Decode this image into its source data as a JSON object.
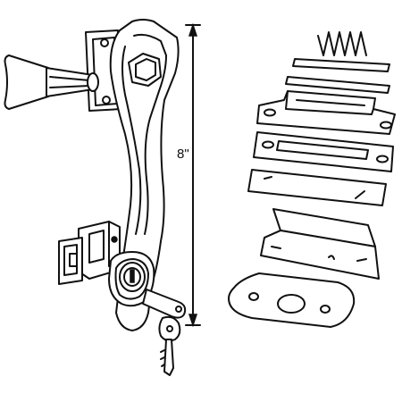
{
  "dimension": {
    "height_label": "8\""
  },
  "colors": {
    "ink": "#111111",
    "paper": "#ffffff"
  },
  "parts": [
    "door-handle-assembly",
    "push-button-plunger",
    "key-lock-cylinder",
    "keys",
    "spring",
    "shim-bars",
    "strike-plate",
    "mounting-gaskets",
    "strike-bracket",
    "backing-plate"
  ]
}
